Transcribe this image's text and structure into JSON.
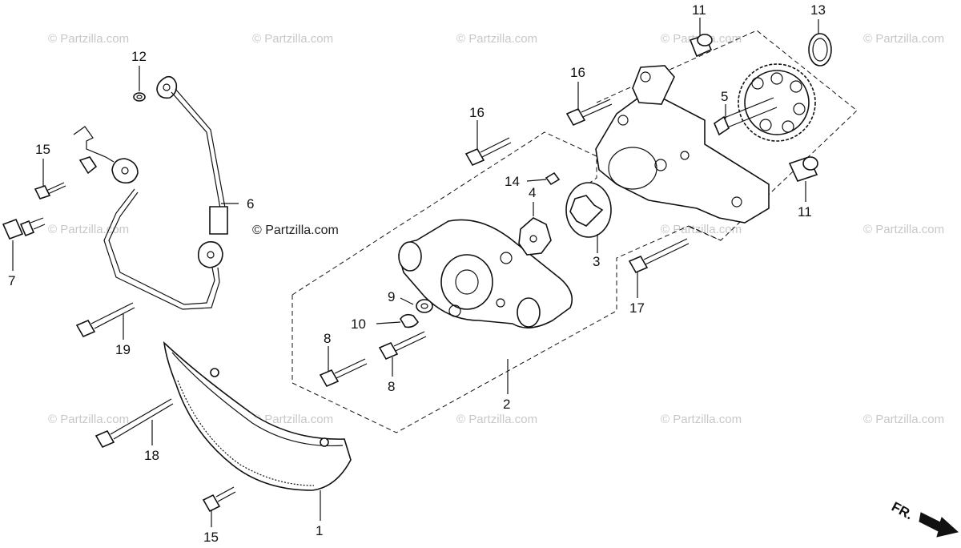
{
  "watermark_text": "© Partzilla.com",
  "center_copyright": "© Partzilla.com",
  "direction_label": "FR.",
  "callouts": {
    "c1": "1",
    "c2": "2",
    "c3": "3",
    "c4": "4",
    "c5": "5",
    "c6": "6",
    "c7": "7",
    "c8a": "8",
    "c8b": "8",
    "c9": "9",
    "c10": "10",
    "c11a": "11",
    "c11b": "11",
    "c12": "12",
    "c13": "13",
    "c14": "14",
    "c15a": "15",
    "c15b": "15",
    "c16a": "16",
    "c16b": "16",
    "c17": "17",
    "c18": "18",
    "c19": "19"
  }
}
